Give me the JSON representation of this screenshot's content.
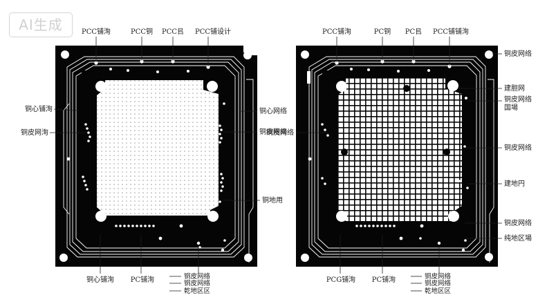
{
  "watermark": "AI生成",
  "colors": {
    "board": "#050505",
    "trace": "#ffffff",
    "pad": "#ffffff",
    "text": "#1e1e1e"
  },
  "left_panel": {
    "top_labels": [
      "PCC铺洵",
      "PCC铜",
      "PCC㠯",
      "PCC铺设计"
    ],
    "left_labels": [
      "铜心铺洵",
      "铜皮网洵"
    ],
    "right_labels": [
      "铜心网络",
      "铜皮网络",
      "铜地用"
    ],
    "bottom_labels": [
      "铜心铺洵",
      "PC铺洵"
    ],
    "legend": [
      "铜皮网络",
      "铜皮网络",
      "乾地区区"
    ]
  },
  "right_panel": {
    "top_labels": [
      "PCC铺洵",
      "PC铜",
      "PC㠯",
      "PCC铺铺洵"
    ],
    "right_labels": [
      "铜皮网络",
      "建胆网",
      "铜皮网络",
      "国場",
      "铜皮网络",
      "建地円",
      "铜皮网络",
      "纯地区場"
    ],
    "bottom_labels": [
      "PCG铺洵",
      "PC铺洵"
    ],
    "legend": [
      "铜皮网络",
      "铜皮网络",
      "乾地区区"
    ]
  }
}
